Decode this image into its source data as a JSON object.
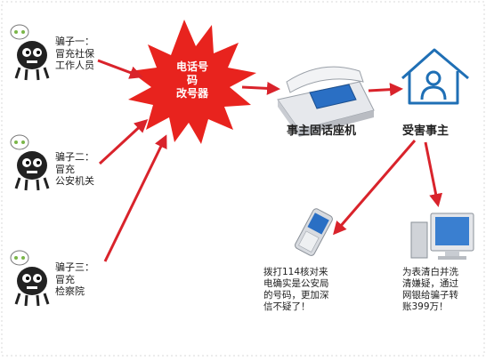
{
  "scammers": [
    {
      "tag": "骗子一：",
      "lines": "冒充社保\n工作人员"
    },
    {
      "tag": "骗子二：",
      "lines": "冒充\n公安机关"
    },
    {
      "tag": "骗子三：",
      "lines": "冒充\n检察院"
    }
  ],
  "burst": {
    "text": "电话号\n码\n改号器",
    "color": "#e8231e"
  },
  "landline": {
    "label": "事主固话座机"
  },
  "victim": {
    "label": "受害事主"
  },
  "notes": {
    "phone": "拨打114核对来\n电确实是公安局\n的号码，更加深\n信不疑了！",
    "computer": "为表清白并洗\n清嫌疑，通过\n网银给骗子转\n账399万！"
  },
  "colors": {
    "arrow": "#d9232b",
    "accent_blue": "#1f6fb5",
    "burst": "#e8231e"
  }
}
